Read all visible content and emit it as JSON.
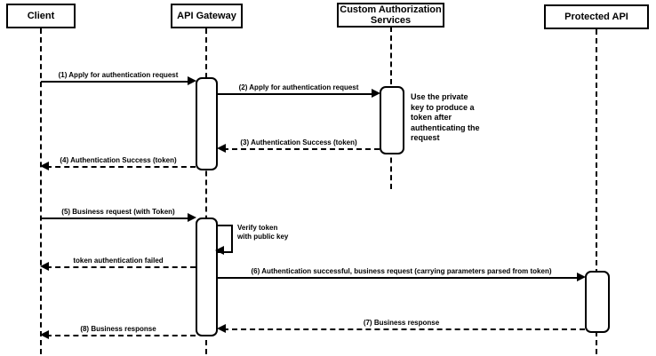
{
  "colors": {
    "stroke": "#000000",
    "background": "#ffffff",
    "text": "#000000"
  },
  "diagram": {
    "type": "sequence-diagram",
    "actors": [
      {
        "name": "Client"
      },
      {
        "name": "API Gateway"
      },
      {
        "name": "Custom Authorization Services"
      },
      {
        "name": "Protected API"
      }
    ],
    "messages": {
      "m1": "(1) Apply for authentication request",
      "m2": "(2) Apply for authentication request",
      "m3": "(3) Authentication Success (token)",
      "m4": "(4) Authentication Success (token)",
      "m5": "(5) Business request (with Token)",
      "self_call": "Verify token\nwith public key",
      "fail": "token authentication failed",
      "m6": "(6) Authentication successful, business request (carrying parameters parsed from token)",
      "m7": "(7) Business response",
      "m8": "(8) Business response"
    },
    "note": "Use the private key to produce a token after authenticating the request"
  }
}
